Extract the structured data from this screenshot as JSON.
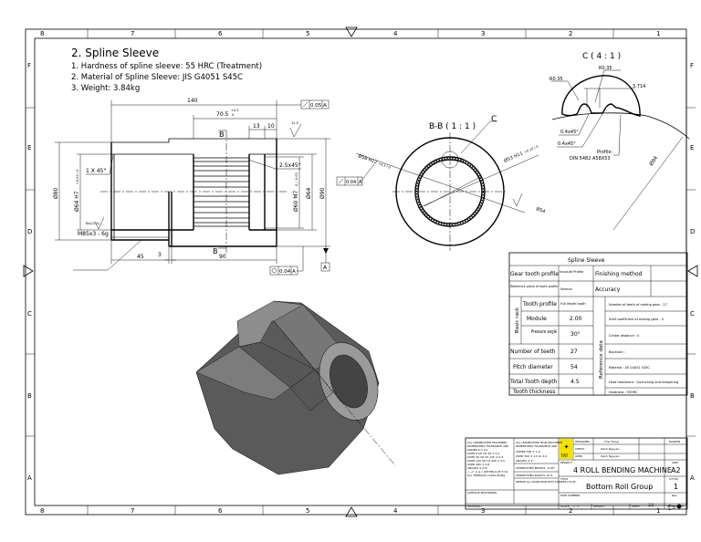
{
  "grid": {
    "columns": [
      "8",
      "7",
      "6",
      "5",
      "4",
      "3",
      "2",
      "1"
    ],
    "rows": [
      "F",
      "E",
      "D",
      "C",
      "B",
      "A"
    ]
  },
  "header": {
    "title": "2. Spline Sleeve",
    "notes": [
      "1. Hardness of spline sleeve: 55 HRC (Treatment)",
      "2. Material of Spline Sleeve: JIS G4051 S45C",
      "3. Weight: 3.84kg"
    ]
  },
  "front_view": {
    "dim_140": "140",
    "dim_70_5": "70.5",
    "dim_70_5_tol_upper": "+0.5",
    "dim_70_5_tol_lower": "0",
    "dim_13": "13",
    "dim_10": "10",
    "chamfer_1": "1 X 45°",
    "chamfer_2": "2.5x45°",
    "dia_80": "Ø80",
    "dia_64_h7": "Ø64 H7",
    "dia_64_h7_tol": "+0.03 / 0",
    "roughness": "Ra(12.5)",
    "roughness_top": "12.5",
    "thread": "M85x3 - 6g",
    "dim_45": "45",
    "dim_3": "3",
    "dim_90": "90",
    "dia_60_m7": "Ø60 M7",
    "dia_60_m7_tol": "0 / -0.03",
    "dia_64": "Ø64",
    "dia_90": "Ø90",
    "section_mark_top": "B",
    "section_mark_bottom": "B",
    "runout_tol": "0.05",
    "runout_datum": "A",
    "cyl_tol": "0.04",
    "cyl_datum": "A",
    "datum_label": "A"
  },
  "section_view": {
    "title": "B-B ( 1 : 1 )",
    "detail_mark": "C",
    "dia_58": "Ø58 H12",
    "dia_58_tol": "+0.3 / 0",
    "dia_53": "Ø53 H11",
    "dia_53_tol": "+0.19 / 0",
    "dia_54": "Ø54",
    "runout_tol": "0.04",
    "runout_datum": "A"
  },
  "detail_view": {
    "title": "C ( 4 : 1 )",
    "radius_1": "R0.35",
    "radius_2": "R0.35",
    "dim_3714": "3.714",
    "chamfer_1": "0.4x45°",
    "chamfer_2": "0.4x45°",
    "profile_label": "Profile:",
    "profile_value": "DIN 5482 A58X53",
    "dia_94": "Ø94"
  },
  "spline_table": {
    "title": "Spline Sleeve",
    "gear_tooth_profile_label": "Gear tooth profile",
    "gear_tooth_profile_value": "Involute Profile",
    "finishing_method_label": "Finishing method",
    "finishing_method_value": "",
    "reference_plane_label": "Reference plane of tooth profile",
    "reference_plane_value": "Normal",
    "accuracy_label": "Accuracy",
    "accuracy_value": "",
    "basic_rack_label": "Basic rack",
    "reference_data_label": "Reference data",
    "rows": [
      {
        "label": "Tooth profile",
        "value": "Full depth tooth"
      },
      {
        "label": "Module",
        "value": "2.00"
      },
      {
        "label": "Pressure angle",
        "value": "30°"
      },
      {
        "label": "Number of teeth",
        "value": "27"
      },
      {
        "label": "Pitch diameter",
        "value": "54"
      },
      {
        "label": "Total Tooth depth",
        "value": "4.5"
      },
      {
        "label": "Tooth thickness",
        "value": ""
      }
    ],
    "reference_data": [
      "Number of teeth of mating gear : 27",
      "Shift coefficient of mating gear : 0",
      "Center distance : 0",
      "Backlash :",
      "Material : JIS G4051 S45C",
      "Heat treatment : Quenching and tempering",
      "Hardness : 55HRC"
    ]
  },
  "title_block": {
    "machined_tol": [
      "ALL UNSPECIFIED MACHINED",
      "DIMENSIONS TOLERANCE ARE",
      "UNDER 6        ± 0.1",
      "OVER 6 UP TO 30    ± 0.2",
      "OVER 30 UP TO 120  ± 0.3",
      "OVER 120 UP TO 400 ± 0.5",
      "OVER 400       ± 0.8",
      "ANGLES         ± 0.5°",
      "⊥, //, ∠ & ⌖ WITHIN 0.05 T.I.R.",
      "ALL THREADS CLASS 6H/6g"
    ],
    "non_machined_tol": [
      "ALL UNSPECIFIED NON MACHINED",
      "DIMENSIONS TOLERANCE ARE",
      "UNDER 300      ± 1.0",
      "OVER 300       ± 1.5 to 3.0",
      "ANGLES         ± 1°"
    ],
    "bevels": "UNSPECIFIED BEVELS: 1x45°",
    "radius": "UNSPECIFIED RADIUS: R=1",
    "sharp_edge": "REMOVE ALL SHARP EDGE WITH CHAMFER 0.5x45°",
    "surface": "SURFACE MACHINING:",
    "material": "MATERIAL:",
    "logo_text": "TAT",
    "designer_label": "DESIGNER",
    "designer": "Thai Trang",
    "check_label": "CHECK",
    "check": "Oanh Nguyen",
    "appr_label": "APPR.",
    "appr": "Oanh Nguyen",
    "madein_label": "MADEIN",
    "project_label": "PROJECT",
    "project": "4 ROLL BENDING MACHINE",
    "size_label": "SIZE",
    "size": "A2",
    "title_label": "TITLE",
    "title": "Bottom Roll Group",
    "qty_label": "QTY/M",
    "qty": "1",
    "part_number_label": "PART NUMBER",
    "rev_label": "Rev.",
    "scale_label": "SCALE",
    "scale": "1 : 1",
    "weight_label": "WEIGHT",
    "sheet_label": "SHEET",
    "sheet": "2/2"
  },
  "colors": {
    "line": "#000000",
    "logo_bg": "#f2e200",
    "iso_dark": "#555555",
    "iso_light": "#9a9a9a"
  }
}
